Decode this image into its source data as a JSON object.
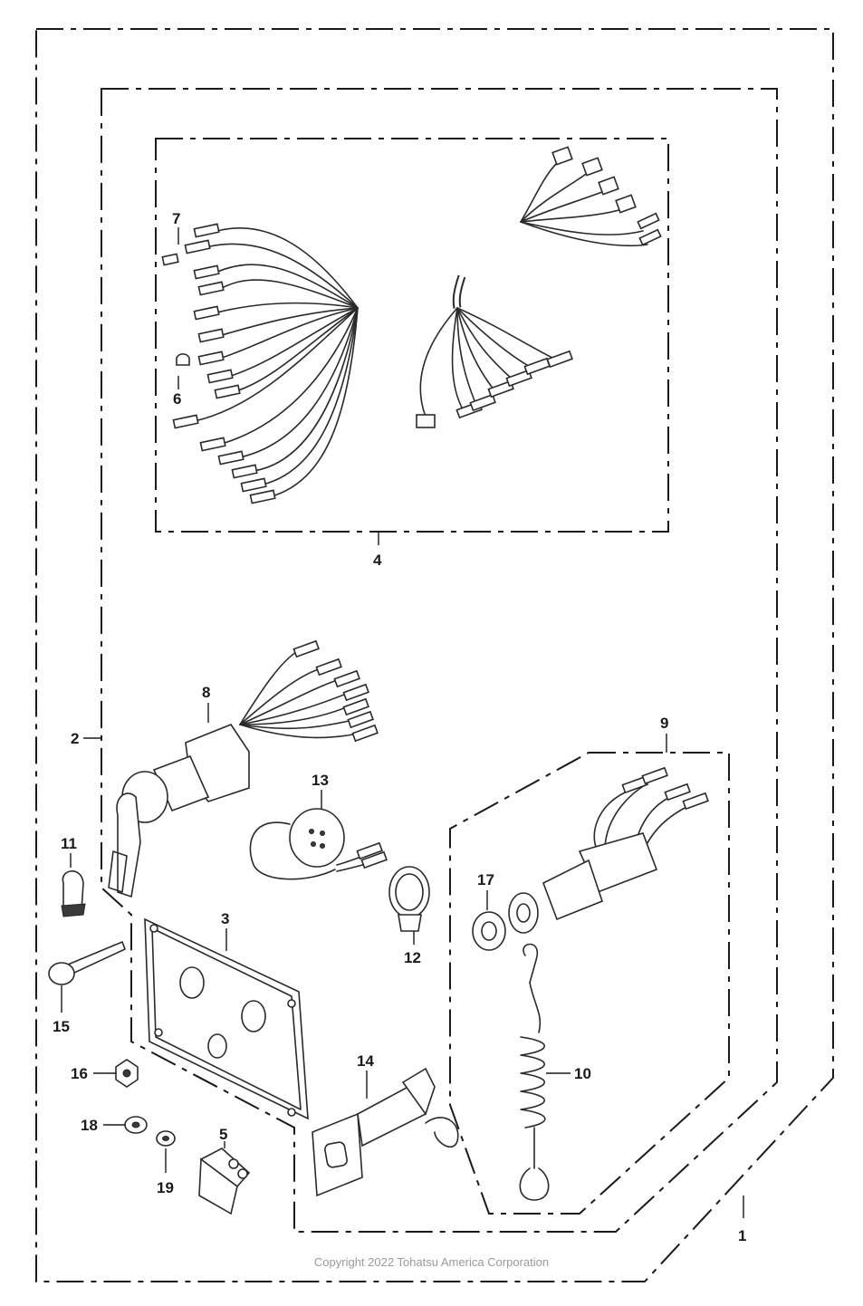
{
  "diagram": {
    "copyright": "Copyright 2022 Tohatsu America Corporation",
    "callouts": {
      "c1": "1",
      "c2": "2",
      "c3": "3",
      "c4": "4",
      "c5": "5",
      "c6": "6",
      "c7": "7",
      "c8": "8",
      "c9": "9",
      "c10": "10",
      "c11": "11",
      "c12": "12",
      "c13": "13",
      "c14": "14",
      "c15": "15",
      "c16": "16",
      "c17": "17",
      "c18": "18",
      "c19": "19"
    }
  }
}
